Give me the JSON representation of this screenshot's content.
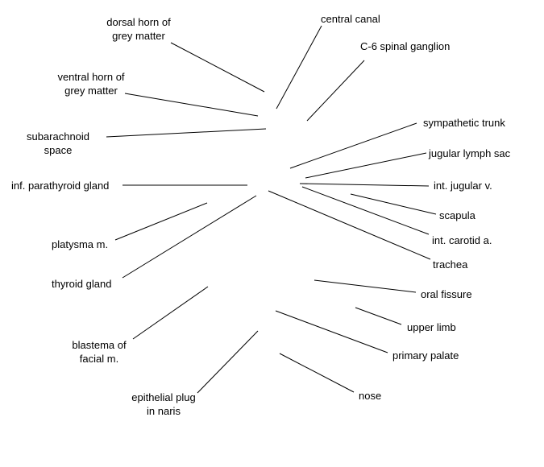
{
  "labels": {
    "dorsal_horn_1": "dorsal horn of",
    "dorsal_horn_2": "grey matter",
    "ventral_horn_1": "ventral horn of",
    "ventral_horn_2": "grey matter",
    "subarachnoid_1": "subarachnoid",
    "subarachnoid_2": "space",
    "inf_parathyroid": "inf. parathyroid gland",
    "platysma": "platysma m.",
    "thyroid": "thyroid gland",
    "blastema_1": "blastema of",
    "blastema_2": "facial m.",
    "epithelial_1": "epithelial plug",
    "epithelial_2": "in naris",
    "central_canal": "central canal",
    "c6_ganglion": "C-6 spinal ganglion",
    "sympathetic": "sympathetic trunk",
    "jugular_lymph": "jugular lymph sac",
    "int_jugular": "int. jugular v.",
    "scapula": "scapula",
    "int_carotid": "int. carotid a.",
    "trachea": "trachea",
    "oral_fissure": "oral fissure",
    "upper_limb": "upper limb",
    "primary_palate": "primary palate",
    "nose": "nose"
  },
  "colors": {
    "text": "#000000",
    "line": "#000000",
    "background": "#ffffff"
  }
}
